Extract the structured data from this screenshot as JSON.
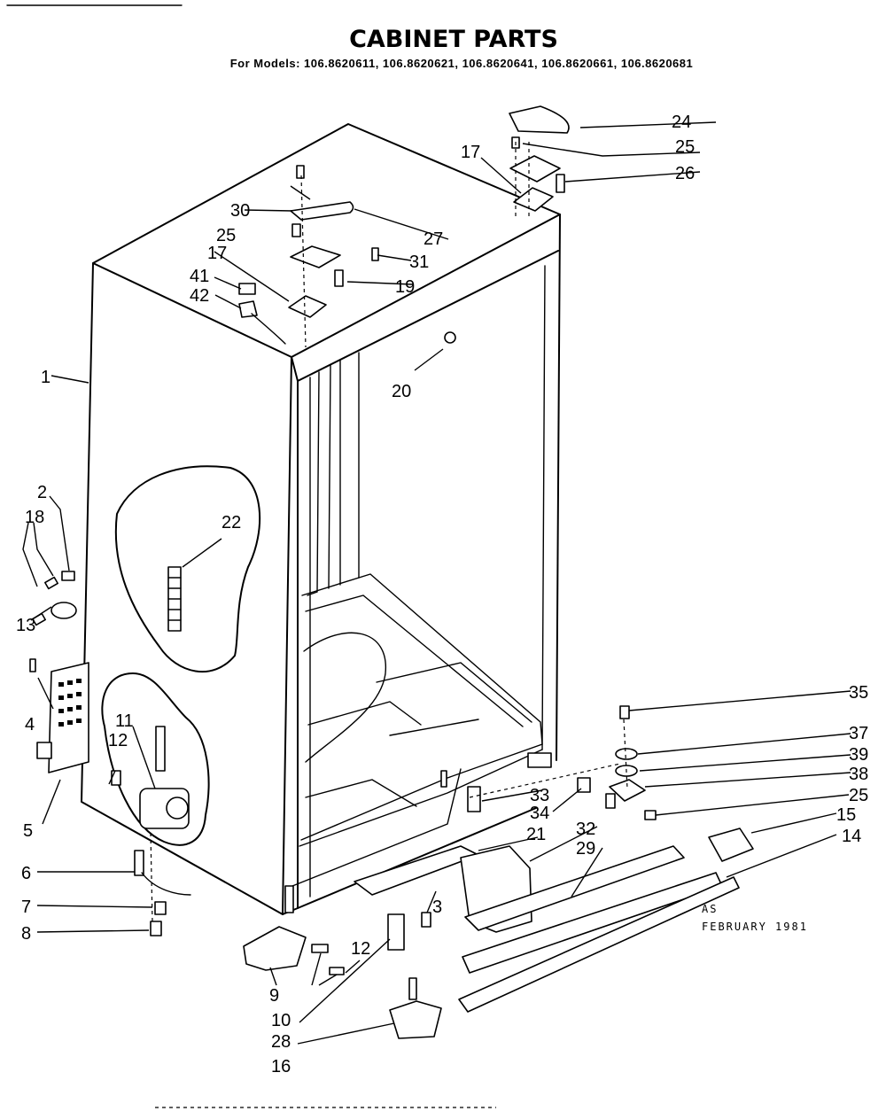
{
  "title": "CABINET PARTS",
  "models": "For Models: 106.8620611, 106.8620621, 106.8620641, 106.8620661, 106.8620681",
  "note": {
    "line1": "AS",
    "line2": "FEBRUARY 1981"
  },
  "callouts": {
    "c1": "1",
    "c2": "2",
    "c3": "3",
    "c4": "4",
    "c5": "5",
    "c6": "6",
    "c7": "7",
    "c8": "8",
    "c9": "9",
    "c10": "10",
    "c11": "11",
    "c12a": "12",
    "c12b": "12",
    "c13": "13",
    "c14": "14",
    "c15": "15",
    "c16": "16",
    "c17a": "17",
    "c17b": "17",
    "c18": "18",
    "c19": "19",
    "c20": "20",
    "c21": "21",
    "c22": "22",
    "c24": "24",
    "c25a": "25",
    "c25b": "25",
    "c25c": "25",
    "c26": "26",
    "c27": "27",
    "c28": "28",
    "c29": "29",
    "c30": "30",
    "c31": "31",
    "c32": "32",
    "c33": "33",
    "c34": "34",
    "c35": "35",
    "c37": "37",
    "c38": "38",
    "c39": "39",
    "c41": "41",
    "c42": "42"
  }
}
